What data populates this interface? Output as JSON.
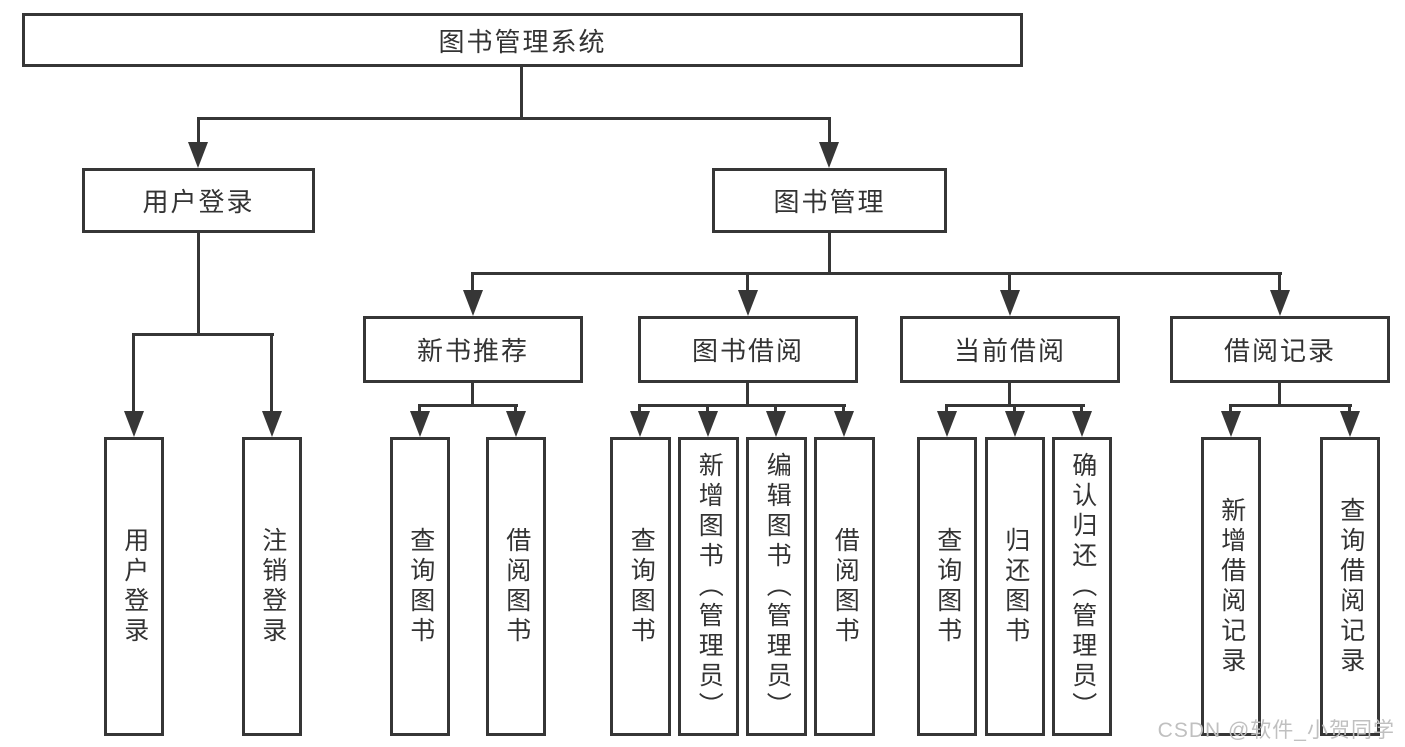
{
  "tree": {
    "root": {
      "label": "图书管理系统"
    },
    "children": [
      {
        "label": "用户登录",
        "children": [
          {
            "label": "用户登录"
          },
          {
            "label": "注销登录"
          }
        ]
      },
      {
        "label": "图书管理",
        "children": [
          {
            "label": "新书推荐",
            "children": [
              {
                "label": "查询图书"
              },
              {
                "label": "借阅图书"
              }
            ]
          },
          {
            "label": "图书借阅",
            "children": [
              {
                "label": "查询图书"
              },
              {
                "label": "新增图书（管理员）"
              },
              {
                "label": "编辑图书（管理员）"
              },
              {
                "label": "借阅图书"
              }
            ]
          },
          {
            "label": "当前借阅",
            "children": [
              {
                "label": "查询图书"
              },
              {
                "label": "归还图书"
              },
              {
                "label": "确认归还（管理员）"
              }
            ]
          },
          {
            "label": "借阅记录",
            "children": [
              {
                "label": "新增借阅记录"
              },
              {
                "label": "查询借阅记录"
              }
            ]
          }
        ]
      }
    ]
  },
  "watermark": {
    "text": "CSDN @软件_小贺同学"
  },
  "colors": {
    "line": "#363636",
    "box_border": "#363636",
    "text": "#333333",
    "watermark": "#c0c0c0",
    "background": "#ffffff"
  }
}
